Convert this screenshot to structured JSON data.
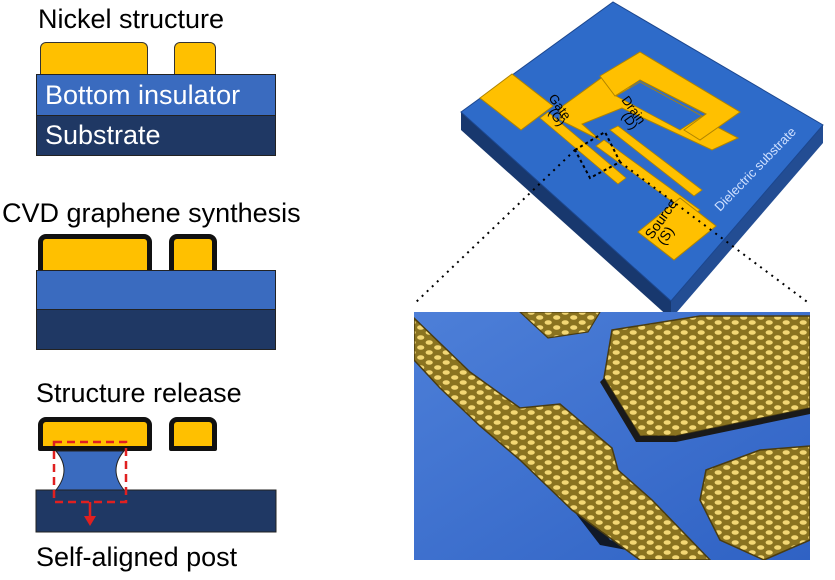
{
  "left_panel": {
    "step1": {
      "title": "Nickel structure",
      "layer_top": "Bottom insulator",
      "layer_bottom": "Substrate"
    },
    "step2": {
      "title": "CVD graphene synthesis"
    },
    "step3": {
      "title": "Structure release",
      "caption": "Self-aligned post"
    }
  },
  "device": {
    "gate_label": "Gate",
    "gate_symbol": "(G)",
    "drain_label": "Drain",
    "drain_symbol": "(D)",
    "source_label": "Source",
    "source_symbol": "(S)",
    "substrate_label": "Dielectric substrate"
  },
  "colors": {
    "nickel": "#ffc000",
    "insulator": "#3a6bbf",
    "substrate": "#1f3864",
    "graphene": "#111111",
    "device_top": "#2e6bc9",
    "device_side": "#1a3f7a",
    "release_box": "#e02020",
    "hex_fill": "#f0d36a"
  }
}
